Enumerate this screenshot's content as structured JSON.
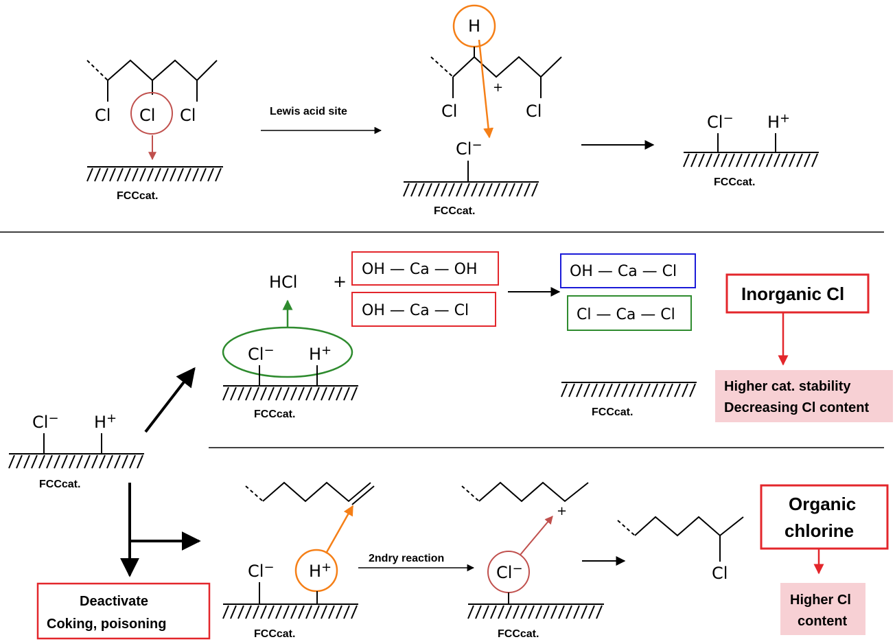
{
  "labels": {
    "catalyst": "FCCcat.",
    "lewis_acid_site": "Lewis acid site",
    "secondary_reaction": "2ndry reaction",
    "inorganic_cl": "Inorganic Cl",
    "stability_line1": "Higher cat. stability",
    "stability_line2": "Decreasing Cl content",
    "organic_chlorine_line1": "Organic",
    "organic_chlorine_line2": "chlorine",
    "higher_cl_line1": "Higher Cl",
    "higher_cl_line2": "content",
    "deactivate_line1": "Deactivate",
    "deactivate_line2": "Coking, poisoning"
  },
  "species": {
    "cl": "Cl",
    "h": "H",
    "minus": "−",
    "plus": "+",
    "hcl": "HCl",
    "ca_oh2": "OH — Ca — OH",
    "ca_ohcl": "OH — Ca — Cl",
    "ca_cl2": "Cl — Ca — Cl"
  },
  "colors": {
    "red_box": "#e3262b",
    "orange": "#f57f17",
    "brown": "#c0504d",
    "green": "#2e8b2e",
    "blue": "#1a1ad8",
    "pink_fill": "#f7d0d4"
  }
}
